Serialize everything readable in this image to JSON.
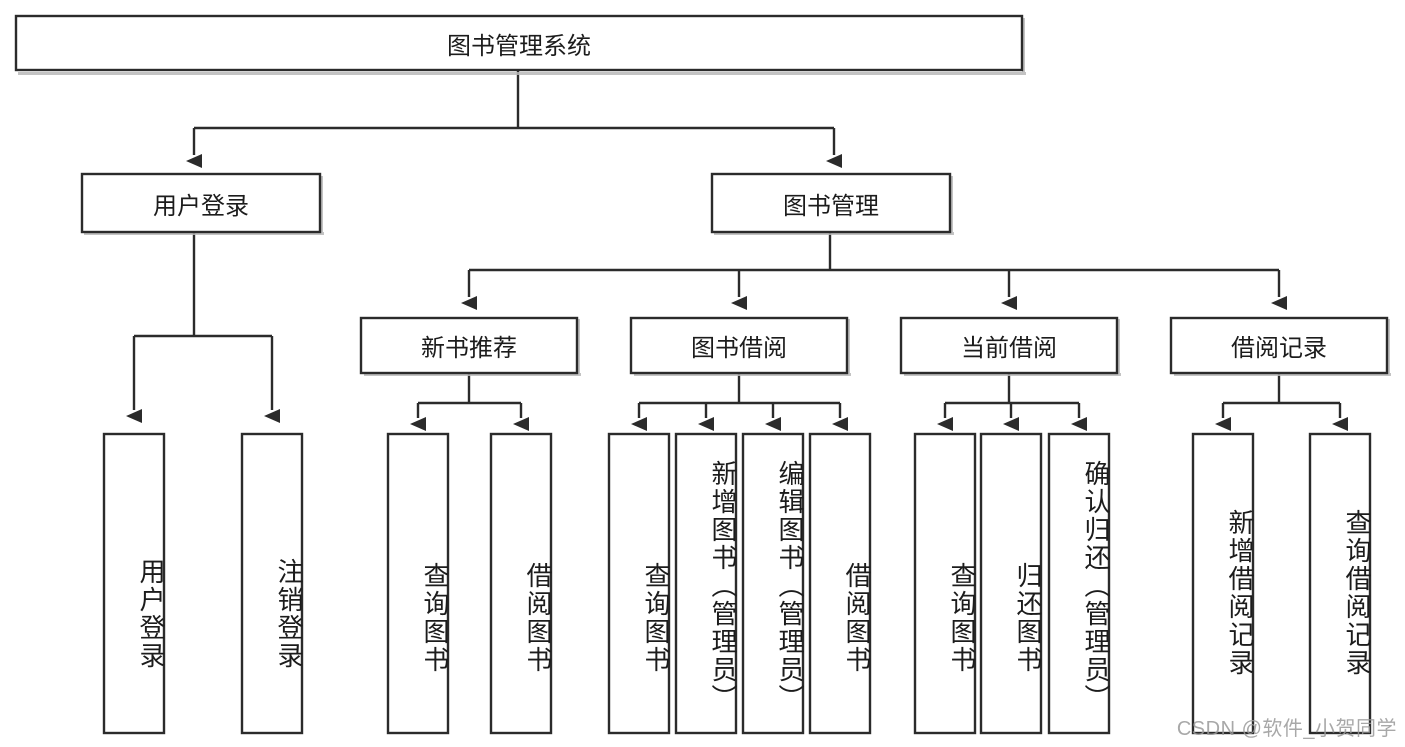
{
  "diagram": {
    "type": "tree-hierarchy-chart",
    "title": "图书管理系统",
    "watermark": "CSDN @软件_小贺同学",
    "colors": {
      "box_stroke": "#2b2b2b",
      "box_fill": "#ffffff",
      "connector": "#2b2b2b",
      "shadow": "#b9b9b9",
      "text": "#1c1c1c",
      "watermark": "#9a9a9a",
      "background": "#ffffff"
    },
    "root": {
      "label": "图书管理系统",
      "orientation": "horizontal"
    },
    "level1": [
      {
        "id": "user-login",
        "label": "用户登录",
        "orientation": "horizontal"
      },
      {
        "id": "book-management",
        "label": "图书管理",
        "orientation": "horizontal"
      }
    ],
    "level2": [
      {
        "id": "new-book-recommend",
        "label": "新书推荐",
        "parent": "book-management",
        "orientation": "horizontal"
      },
      {
        "id": "book-borrow",
        "label": "图书借阅",
        "parent": "book-management",
        "orientation": "horizontal"
      },
      {
        "id": "current-borrow",
        "label": "当前借阅",
        "parent": "book-management",
        "orientation": "horizontal"
      },
      {
        "id": "borrow-record",
        "label": "借阅记录",
        "parent": "book-management",
        "orientation": "horizontal"
      }
    ],
    "leaves": [
      {
        "id": "leaf-user-login",
        "label": "用户登录",
        "parent": "user-login",
        "orientation": "vertical"
      },
      {
        "id": "leaf-logout",
        "label": "注销登录",
        "parent": "user-login",
        "orientation": "vertical"
      },
      {
        "id": "leaf-query-book-1",
        "label": "查询图书",
        "parent": "new-book-recommend",
        "orientation": "vertical"
      },
      {
        "id": "leaf-borrow-book-1",
        "label": "借阅图书",
        "parent": "new-book-recommend",
        "orientation": "vertical"
      },
      {
        "id": "leaf-query-book-2",
        "label": "查询图书",
        "parent": "book-borrow",
        "orientation": "vertical"
      },
      {
        "id": "leaf-add-book",
        "label": "新增图书（管理员）",
        "parent": "book-borrow",
        "orientation": "vertical"
      },
      {
        "id": "leaf-edit-book",
        "label": "编辑图书（管理员）",
        "parent": "book-borrow",
        "orientation": "vertical"
      },
      {
        "id": "leaf-borrow-book-2",
        "label": "借阅图书",
        "parent": "book-borrow",
        "orientation": "vertical"
      },
      {
        "id": "leaf-query-book-3",
        "label": "查询图书",
        "parent": "current-borrow",
        "orientation": "vertical"
      },
      {
        "id": "leaf-return-book",
        "label": "归还图书",
        "parent": "current-borrow",
        "orientation": "vertical"
      },
      {
        "id": "leaf-confirm-return",
        "label": "确认归还（管理员）",
        "parent": "current-borrow",
        "orientation": "vertical"
      },
      {
        "id": "leaf-add-record",
        "label": "新增借阅记录",
        "parent": "borrow-record",
        "orientation": "vertical"
      },
      {
        "id": "leaf-query-record",
        "label": "查询借阅记录",
        "parent": "borrow-record",
        "orientation": "vertical"
      }
    ]
  }
}
